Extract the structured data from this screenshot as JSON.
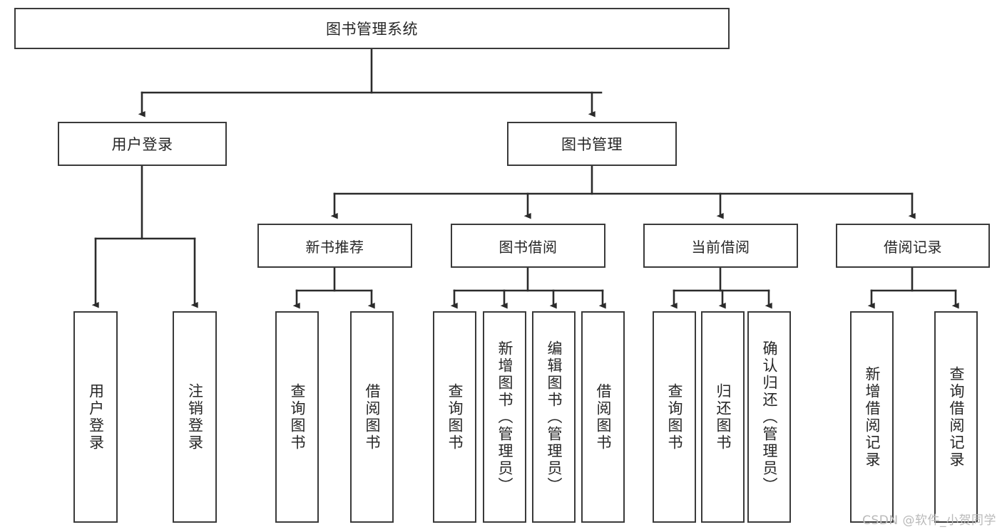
{
  "diagram": {
    "type": "tree-hierarchy",
    "title": "图书管理系统",
    "watermark": "CSDN @软件_小贺同学",
    "colors": {
      "box_border": "#3a3a3a",
      "box_fill": "#ffffff",
      "connector": "#2b2b2b",
      "text": "#262626",
      "watermark": "#b9b9b9",
      "background": "#ffffff"
    },
    "nodes": {
      "root": {
        "label": "图书管理系统"
      },
      "level2": [
        {
          "id": "user-login",
          "label": "用户登录"
        },
        {
          "id": "book-manage",
          "label": "图书管理"
        }
      ],
      "level3": [
        {
          "id": "new-book-recommend",
          "label": "新书推荐"
        },
        {
          "id": "book-borrow",
          "label": "图书借阅"
        },
        {
          "id": "current-borrow",
          "label": "当前借阅"
        },
        {
          "id": "borrow-record",
          "label": "借阅记录"
        }
      ],
      "leaves": {
        "user-login": [
          {
            "id": "leaf-user-login",
            "label": "用户登录"
          },
          {
            "id": "leaf-user-logout",
            "label": "注销登录"
          }
        ],
        "new-book-recommend": [
          {
            "id": "leaf-query-book-1",
            "label": "查询图书"
          },
          {
            "id": "leaf-borrow-book-1",
            "label": "借阅图书"
          }
        ],
        "book-borrow": [
          {
            "id": "leaf-query-book-2",
            "label": "查询图书"
          },
          {
            "id": "leaf-add-book",
            "label": "新增图书（管理员）"
          },
          {
            "id": "leaf-edit-book",
            "label": "编辑图书（管理员）"
          },
          {
            "id": "leaf-borrow-book-2",
            "label": "借阅图书"
          }
        ],
        "current-borrow": [
          {
            "id": "leaf-query-book-3",
            "label": "查询图书"
          },
          {
            "id": "leaf-return-book",
            "label": "归还图书"
          },
          {
            "id": "leaf-confirm-return",
            "label": "确认归还（管理员）"
          }
        ],
        "borrow-record": [
          {
            "id": "leaf-add-record",
            "label": "新增借阅记录"
          },
          {
            "id": "leaf-query-record",
            "label": "查询借阅记录"
          }
        ]
      }
    }
  }
}
